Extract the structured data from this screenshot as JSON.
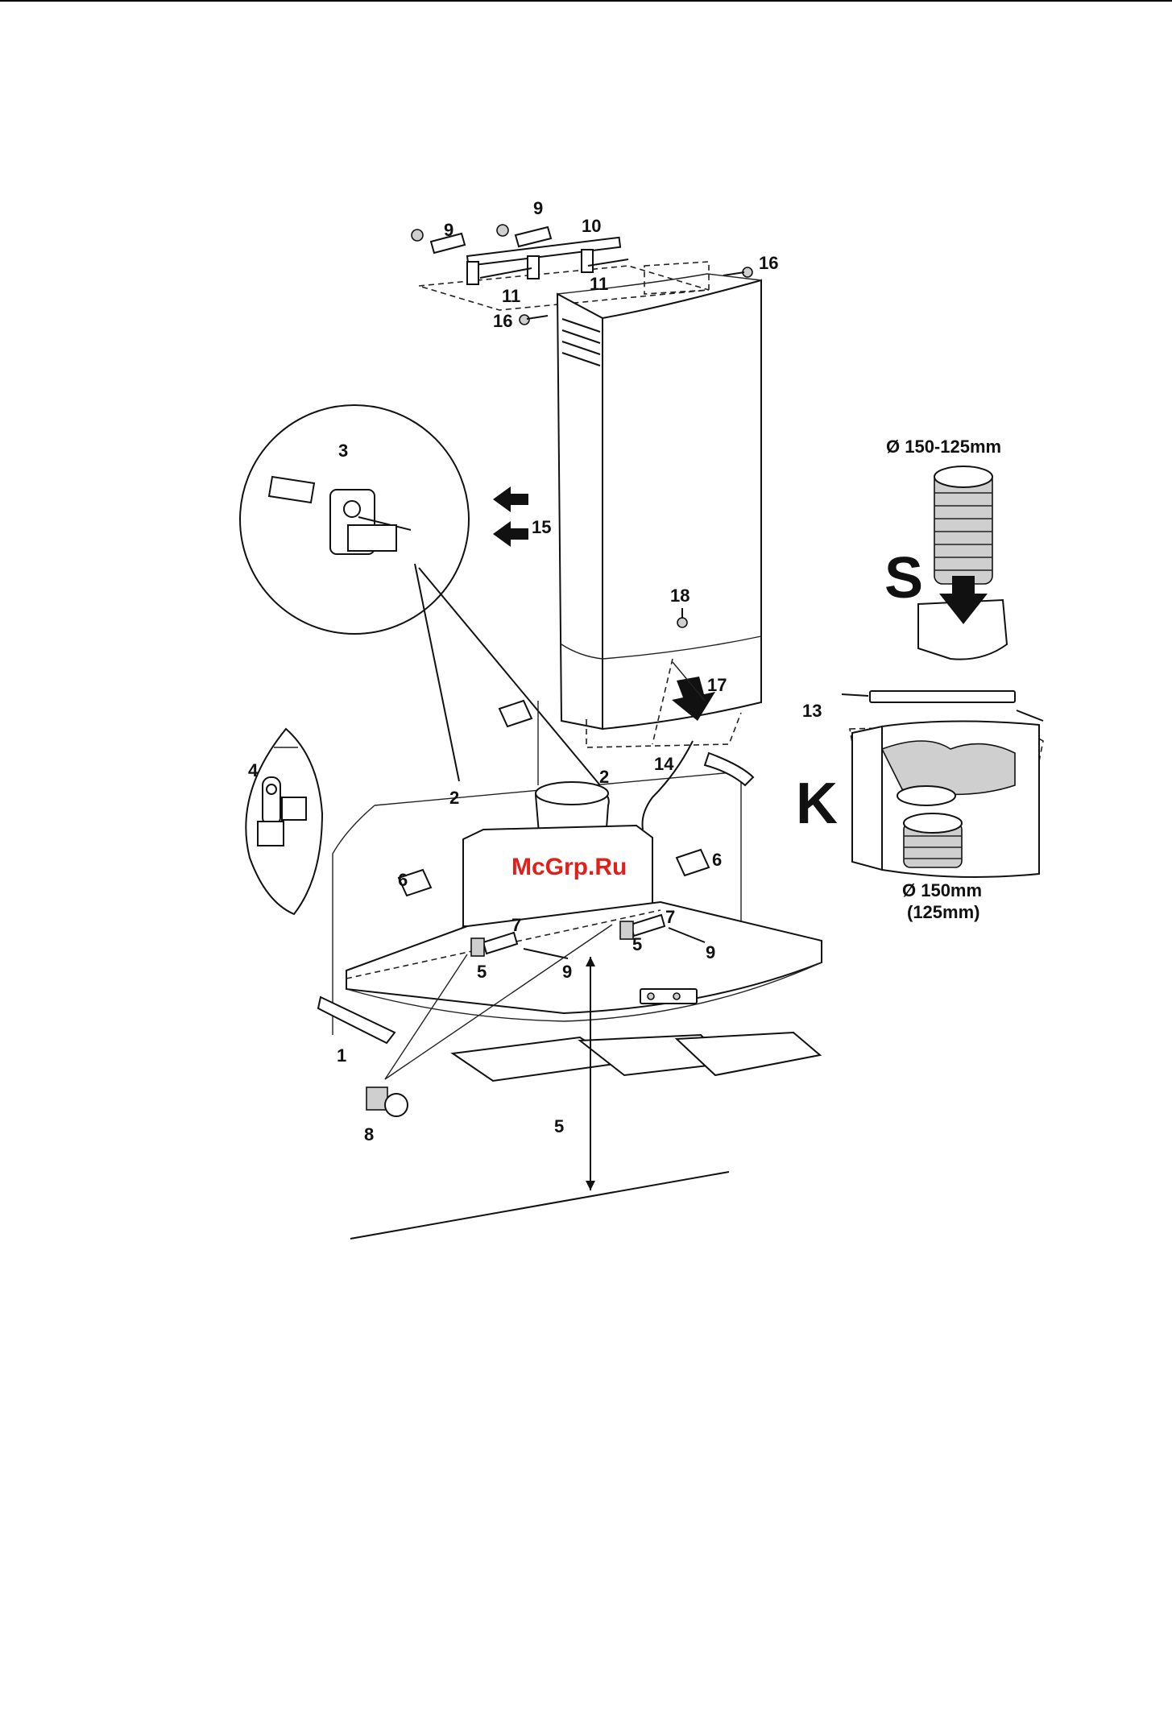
{
  "document": {
    "type": "cooker hood installation diagram"
  },
  "watermark": {
    "text": "McGrp.Ru",
    "color": "#e0201b"
  },
  "callouts": {
    "c1": "1",
    "c2a": "2",
    "c2b": "2",
    "c3": "3",
    "c4": "4",
    "c5a": "5",
    "c5b": "5",
    "c5c": "5",
    "c6a": "6",
    "c6b": "6",
    "c7a": "7",
    "c7b": "7",
    "c8": "8",
    "c9a": "9",
    "c9b": "9",
    "c9c": "9",
    "c9d": "9",
    "c10": "10",
    "c11a": "11",
    "c11b": "11",
    "c13": "13",
    "c14": "14",
    "c15": "15",
    "c16a": "16",
    "c16b": "16",
    "c17": "17",
    "c18": "18"
  },
  "variants": {
    "s_letter": "S",
    "s_size": "Ø 150-125mm",
    "k_letter": "K",
    "k_size": "Ø 150mm",
    "k_size_alt": "(125mm)"
  },
  "icons": [
    "arrow-left-icon",
    "arrow-down-icon",
    "wall-plug-icon",
    "screw-icon",
    "bracket-icon",
    "filter-panel-icon",
    "duct-icon"
  ]
}
